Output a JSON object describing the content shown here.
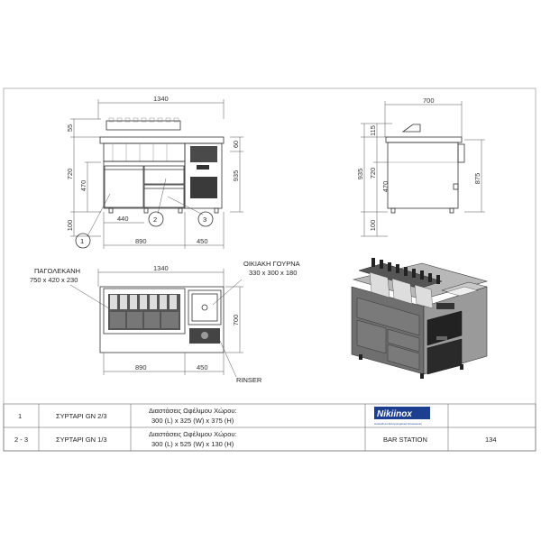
{
  "front_view": {
    "width_total": "1340",
    "h_top": "55",
    "h_720": "720",
    "h_470": "470",
    "h_100": "100",
    "h_60": "60",
    "h_935": "935",
    "w_440": "440",
    "w_890": "890",
    "w_450": "450",
    "callout_1": "1",
    "callout_2": "2",
    "callout_3": "3"
  },
  "side_view": {
    "width_total": "700",
    "h_115": "115",
    "h_935": "935",
    "h_720": "720",
    "h_470": "470",
    "h_100": "100",
    "h_875": "875"
  },
  "top_view": {
    "width_total": "1340",
    "cutting_board_label": "ΠΑΓΟΛΕΚΑΝΗ",
    "cutting_board_dims": "750 x 420 x 230",
    "sink_label": "ΟΙΚΙΑΚΗ ΓΟΥΡΝΑ",
    "sink_dims": "330 x 300 x 180",
    "depth": "700",
    "w_890": "890",
    "w_450": "450",
    "rinser_label": "RINSER"
  },
  "table": {
    "rows": [
      {
        "num": "1",
        "name": "ΣΥΡΤΑΡΙ GN 2/3",
        "desc_1": "Διαστάσεις Ωφέλιμου Χώρου:",
        "desc_2": "300 (L) x 325 (W) x 375 (H)"
      },
      {
        "num": "2 - 3",
        "name": "ΣΥΡΤΑΡΙ GN 1/3",
        "desc_1": "Διαστάσεις Ωφέλιμου Χώρου:",
        "desc_2": "300 (L) x 525 (W) x 130 (H)"
      }
    ]
  },
  "title_block": {
    "brand": "Nikiinox",
    "brand_sub": "Ανοξείδωτα Επαγγελματικά Κατασκευές",
    "product": "BAR STATION",
    "code": "134"
  }
}
